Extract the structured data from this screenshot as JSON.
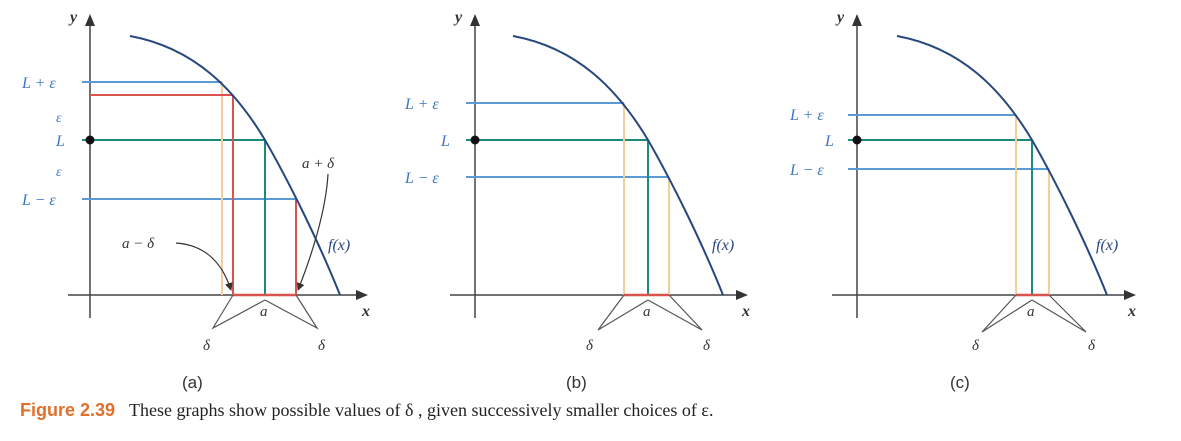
{
  "caption": {
    "figure_label": "Figure 2.39",
    "text": "These graphs show possible values of  δ , given successively smaller choices of ε."
  },
  "colors": {
    "curve": "#27477f",
    "axis": "#444444",
    "epsilon_line": "#5b9bd5",
    "L_line": "#1a8a7a",
    "delta_box": "#d9534f",
    "delta_faint": "#f3cf9e",
    "label_blue": "#3a77c2",
    "text": "#333333"
  },
  "panels": [
    {
      "id": "a",
      "sublabel": "(a)",
      "y_axis": "y",
      "x_axis": "x",
      "func_label": "f(x)",
      "point_label": "a",
      "delta_label": "δ",
      "L_label": "L",
      "L_plus_label": "L + ε",
      "L_minus_label": "L − ε",
      "eps_label": "ε",
      "a_minus_label": "a − δ",
      "a_plus_label": "a + δ"
    },
    {
      "id": "b",
      "sublabel": "(b)",
      "y_axis": "y",
      "x_axis": "x",
      "func_label": "f(x)",
      "point_label": "a",
      "delta_label": "δ",
      "L_label": "L",
      "L_plus_label": "L + ε",
      "L_minus_label": "L − ε"
    },
    {
      "id": "c",
      "sublabel": "(c)",
      "y_axis": "y",
      "x_axis": "x",
      "func_label": "f(x)",
      "point_label": "a",
      "delta_label": "δ",
      "L_label": "L",
      "L_plus_label": "L + ε",
      "L_minus_label": "L − ε"
    }
  ]
}
